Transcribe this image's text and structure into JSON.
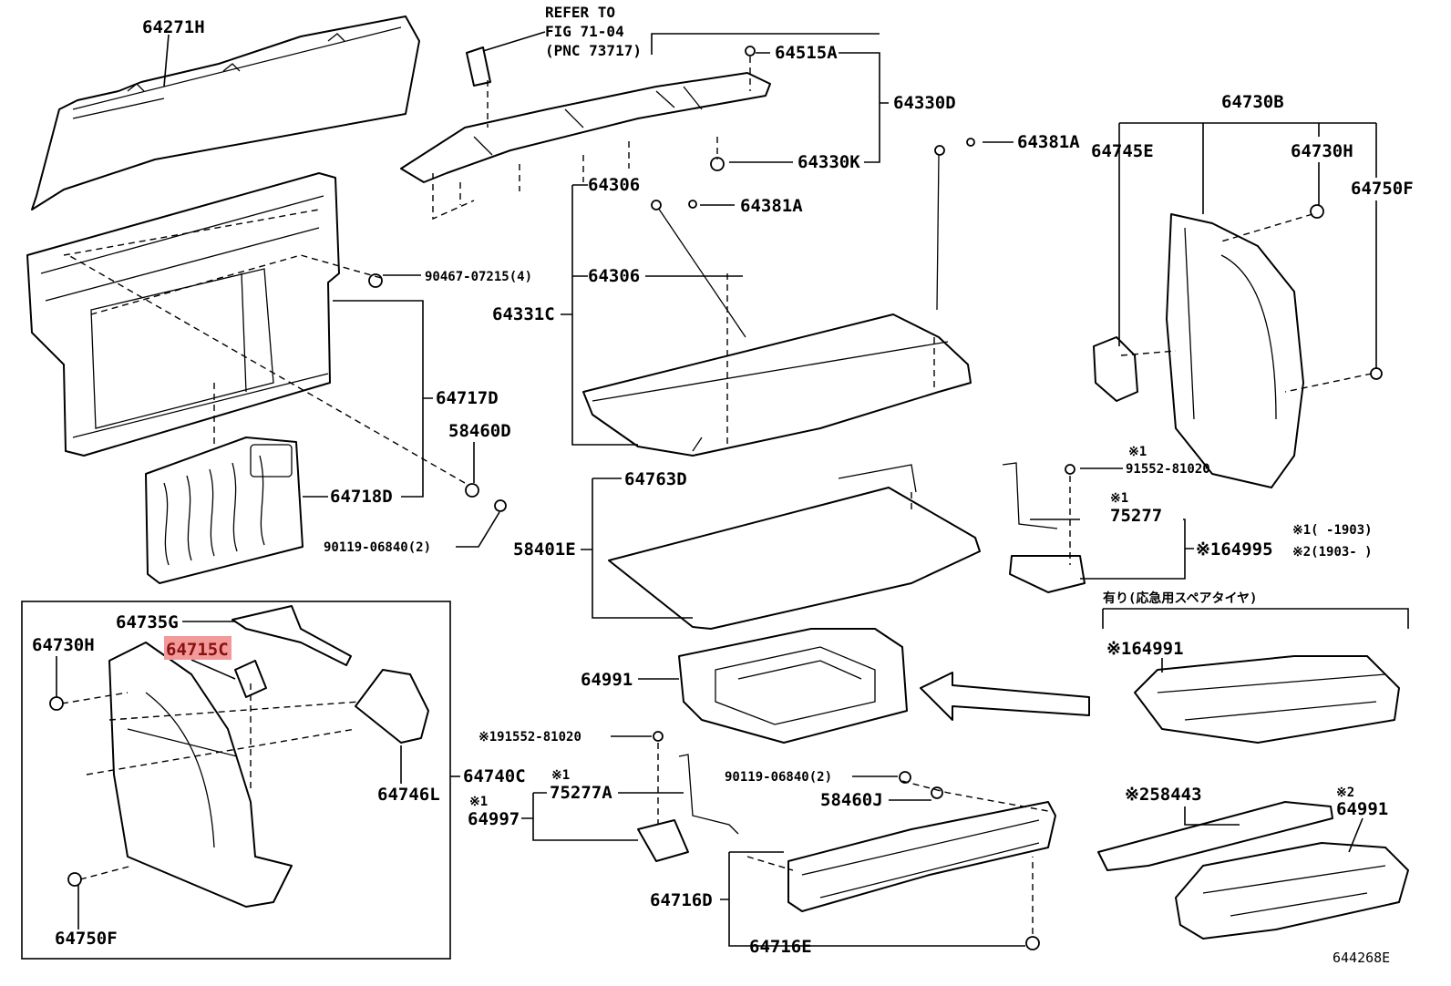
{
  "diagram": {
    "labels": {
      "p64271H": "64271H",
      "refer1": "REFER TO",
      "refer2": "FIG 71-04",
      "refer3": "(PNC 73717)",
      "p64515A": "64515A",
      "p64330D": "64330D",
      "p64330K": "64330K",
      "p64381A_top": "64381A",
      "p64381A_mid": "64381A",
      "p64306_top": "64306",
      "p64306_mid": "64306",
      "p64331C": "64331C",
      "p90467": "90467-07215(4)",
      "p64717D": "64717D",
      "p58460D": "58460D",
      "p64718D": "64718D",
      "p90119_left": "90119-06840(2)",
      "p64763D": "64763D",
      "p58401E": "58401E",
      "p64730B": "64730B",
      "p64745E": "64745E",
      "p64730H_right": "64730H",
      "p64750F_right": "64750F",
      "p91552_right_mark": "※1",
      "p91552_right": "91552-81020",
      "p75277_mark": "※1",
      "p75277": "75277",
      "p64995": "※164995",
      "legend1": "※1(     -1903)",
      "legend2": "※2(1903-     )",
      "spare_header": "有り(応急用スペアタイヤ)",
      "p64991_right": "※164991",
      "p58443": "※258443",
      "p64991_low_mark": "※2",
      "p64991_low": "64991",
      "p64735G": "64735G",
      "p64715C": "64715C",
      "p64730H_left": "64730H",
      "p64746L": "64746L",
      "p64740C": "64740C",
      "p64750F_left": "64750F",
      "p64991_center": "64991",
      "p91552_center": "※191552-81020",
      "p75277A_mark": "※1",
      "p75277A": "75277A",
      "p64997_mark": "※1",
      "p64997": "64997",
      "p90119_center": "90119-06840(2)",
      "p58460J": "58460J",
      "p64716D": "64716D",
      "p64716E": "64716E",
      "figure_code": "644268E"
    },
    "highlighted_part": "64715C",
    "colors": {
      "line": "#000000",
      "highlight": "#f29a9a",
      "highlight_text": "#8a1010",
      "background": "#ffffff"
    }
  }
}
